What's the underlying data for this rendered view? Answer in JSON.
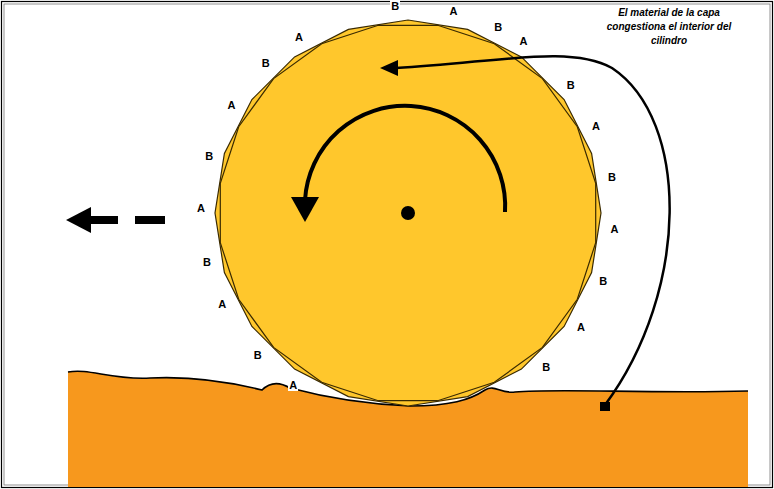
{
  "diagram": {
    "labels": [
      "El material de la capa congestiona el interior del cilindro",
      "B",
      "A",
      "B",
      "A",
      "B",
      "A",
      "B",
      "A",
      "B",
      "A",
      "B",
      "A",
      "B",
      "A",
      "B",
      "A",
      "B",
      "A",
      "B",
      "A"
    ]
  }
}
